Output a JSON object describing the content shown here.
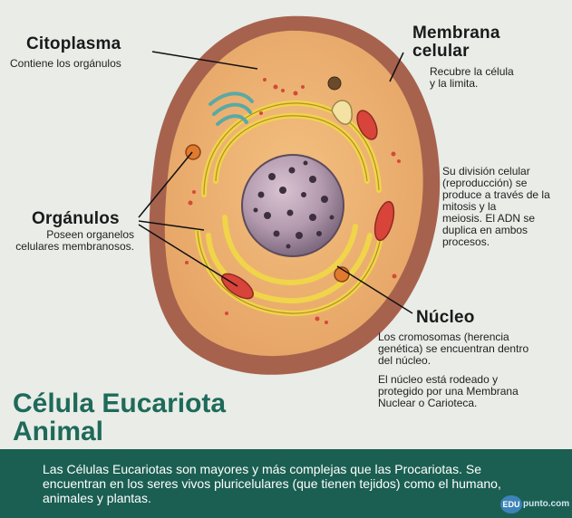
{
  "labels": {
    "citoplasma": {
      "title": "Citoplasma",
      "desc": "Contiene los orgánulos"
    },
    "membrana": {
      "title_line1": "Membrana",
      "title_line2": "celular",
      "desc_line1": "Recubre la célula",
      "desc_line2": "y la limita."
    },
    "division": {
      "lines": [
        "Su división celular",
        "(reproducción) se",
        "produce a través de la",
        "mitosis y la",
        "meiosis.  El ADN se",
        "duplica en ambos",
        "procesos."
      ]
    },
    "organulos": {
      "title": "Orgánulos",
      "desc_line1": "Poseen organelos",
      "desc_line2": "celulares membranosos."
    },
    "nucleo": {
      "title": "Núcleo",
      "desc1": [
        "Los cromosomas (herencia",
        "genética) se encuentran dentro",
        "del núcleo."
      ],
      "desc2": [
        "El núcleo está rodeado y",
        "protegido por una Membrana",
        "Nuclear o Carioteca."
      ]
    }
  },
  "title": {
    "line1": "Célula Eucariota",
    "line2": "Animal"
  },
  "footer": {
    "text": "Las Células Eucariotas son mayores y más complejas que las Procariotas. Se encuentran en los seres vivos pluricelulares (que tienen tejidos) como el humano, animales y plantas."
  },
  "logo": {
    "circle_text": "EDU",
    "rest_text": "punto.com"
  },
  "colors": {
    "title": "#1e6a5a",
    "footer_bg": "#1b5f52",
    "membrane": "#a7624e",
    "cytoplasm": "#ebb071",
    "nucleus": "#b39aae"
  }
}
